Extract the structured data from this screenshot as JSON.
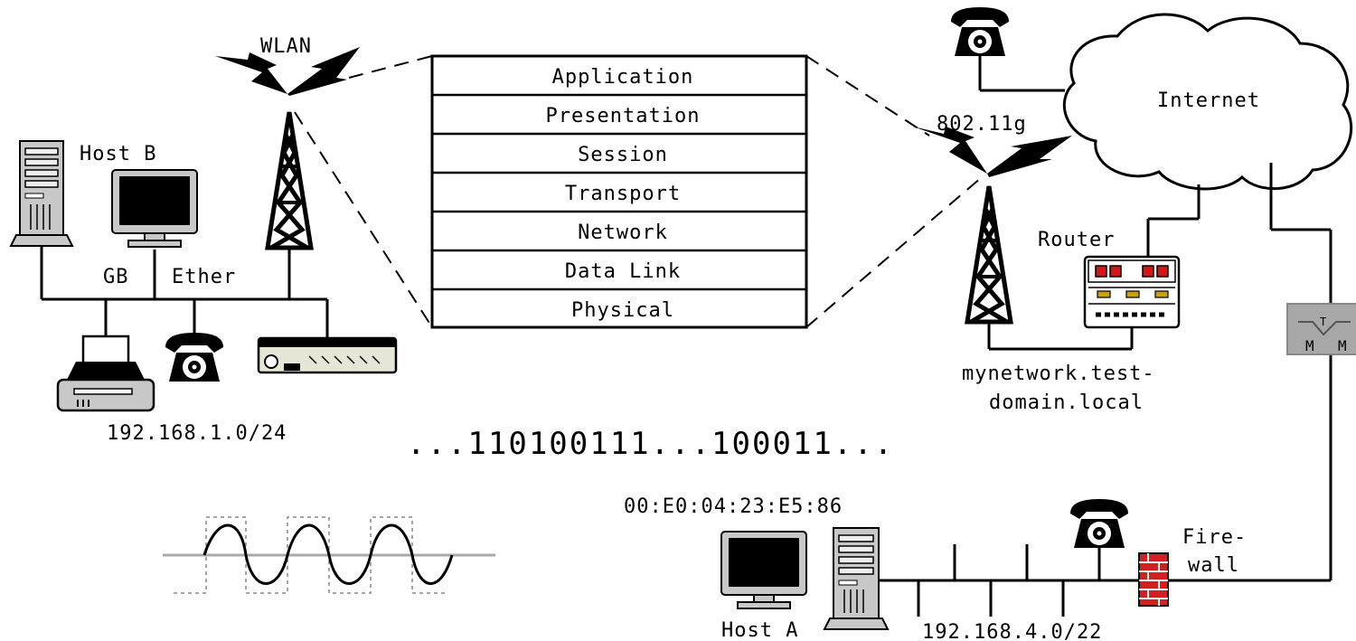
{
  "labels": {
    "wlan": "WLAN",
    "host_b": "Host B",
    "gb": "GB",
    "ether": "Ether",
    "subnet_left": "192.168.1.0/24",
    "bitstream": "...110100111...100011...",
    "ieee": "802.11g",
    "router": "Router",
    "internet": "Internet",
    "domain_line1": "mynetwork.test-",
    "domain_line2": "domain.local",
    "mac": "00:E0:04:23:E5:86",
    "host_a": "Host A",
    "subnet_right": "192.168.4.0/22",
    "firewall_line1": "Fire-",
    "firewall_line2": "wall"
  },
  "osi_layers": [
    "Application",
    "Presentation",
    "Session",
    "Transport",
    "Network",
    "Data Link",
    "Physical"
  ],
  "modem_letters": {
    "left": "M",
    "right": "M",
    "top": "T"
  },
  "colors": {
    "line": "#000000",
    "device_gray": "#c8c8c8",
    "screen": "#000000",
    "router_red": "#d01818",
    "router_amber": "#c8a010",
    "firewall_red": "#d02020",
    "modem_gray": "#a8a8a8",
    "signal_gray": "#aaaaaa"
  },
  "icons": [
    "tower-icon",
    "lightning-icon",
    "server-icon",
    "monitor-icon",
    "printer-icon",
    "telephone-icon",
    "switch-icon",
    "router-icon",
    "modem-icon",
    "firewall-icon",
    "cloud-icon",
    "signal-wave-icon"
  ]
}
